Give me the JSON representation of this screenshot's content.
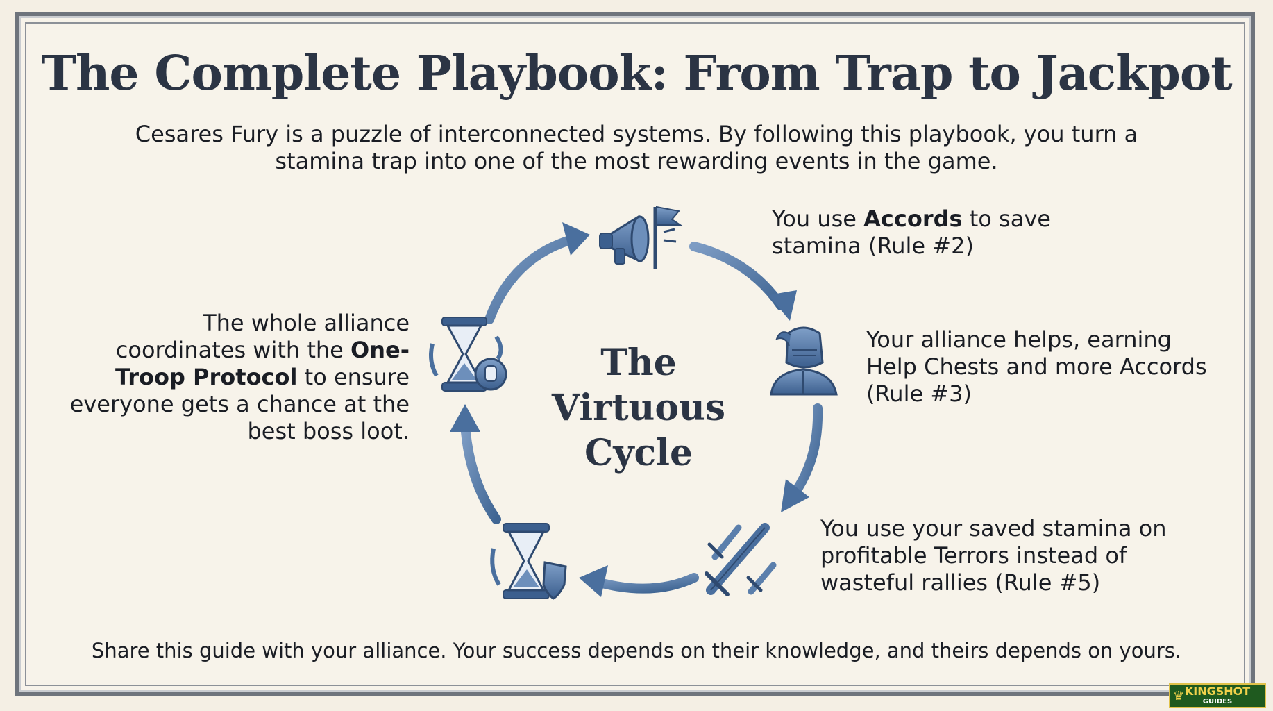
{
  "title": "The Complete Playbook: From Trap to Jackpot",
  "subtitle": "Cesares Fury is a puzzle of interconnected systems. By following this playbook, you turn a stamina trap into one of the most rewarding events in the game.",
  "center": [
    "The",
    "Virtuous",
    "Cycle"
  ],
  "notes": {
    "top": {
      "pre": "You use ",
      "bold": "Accords",
      "post": " to save stamina (Rule #2)"
    },
    "right": "Your alliance helps, earning Help Chests and more Accords (Rule #3)",
    "bottom": "You use your saved stamina on profitable Terrors instead of wasteful rallies (Rule #5)",
    "left": {
      "pre": "The whole alliance coordinates with the ",
      "bold": "One-Troop Protocol",
      "post": " to ensure everyone gets a chance at the best boss loot."
    }
  },
  "footer": "Share this guide with your alliance. Your success depends on their knowledge, and theirs depends on yours.",
  "logo": {
    "brand": "KINGSHOT",
    "sub": "GUIDES"
  },
  "icons": [
    "megaphone-flag-icon",
    "knight-helmet-icon",
    "crossed-swords-icon",
    "hourglass-shield-icon",
    "hourglass-hand-icon"
  ],
  "colors": {
    "icon_blue": "#4a6f9e",
    "arrow_blue": "#5b7fac",
    "title": "#2b3444",
    "background": "#f7f3ea"
  }
}
